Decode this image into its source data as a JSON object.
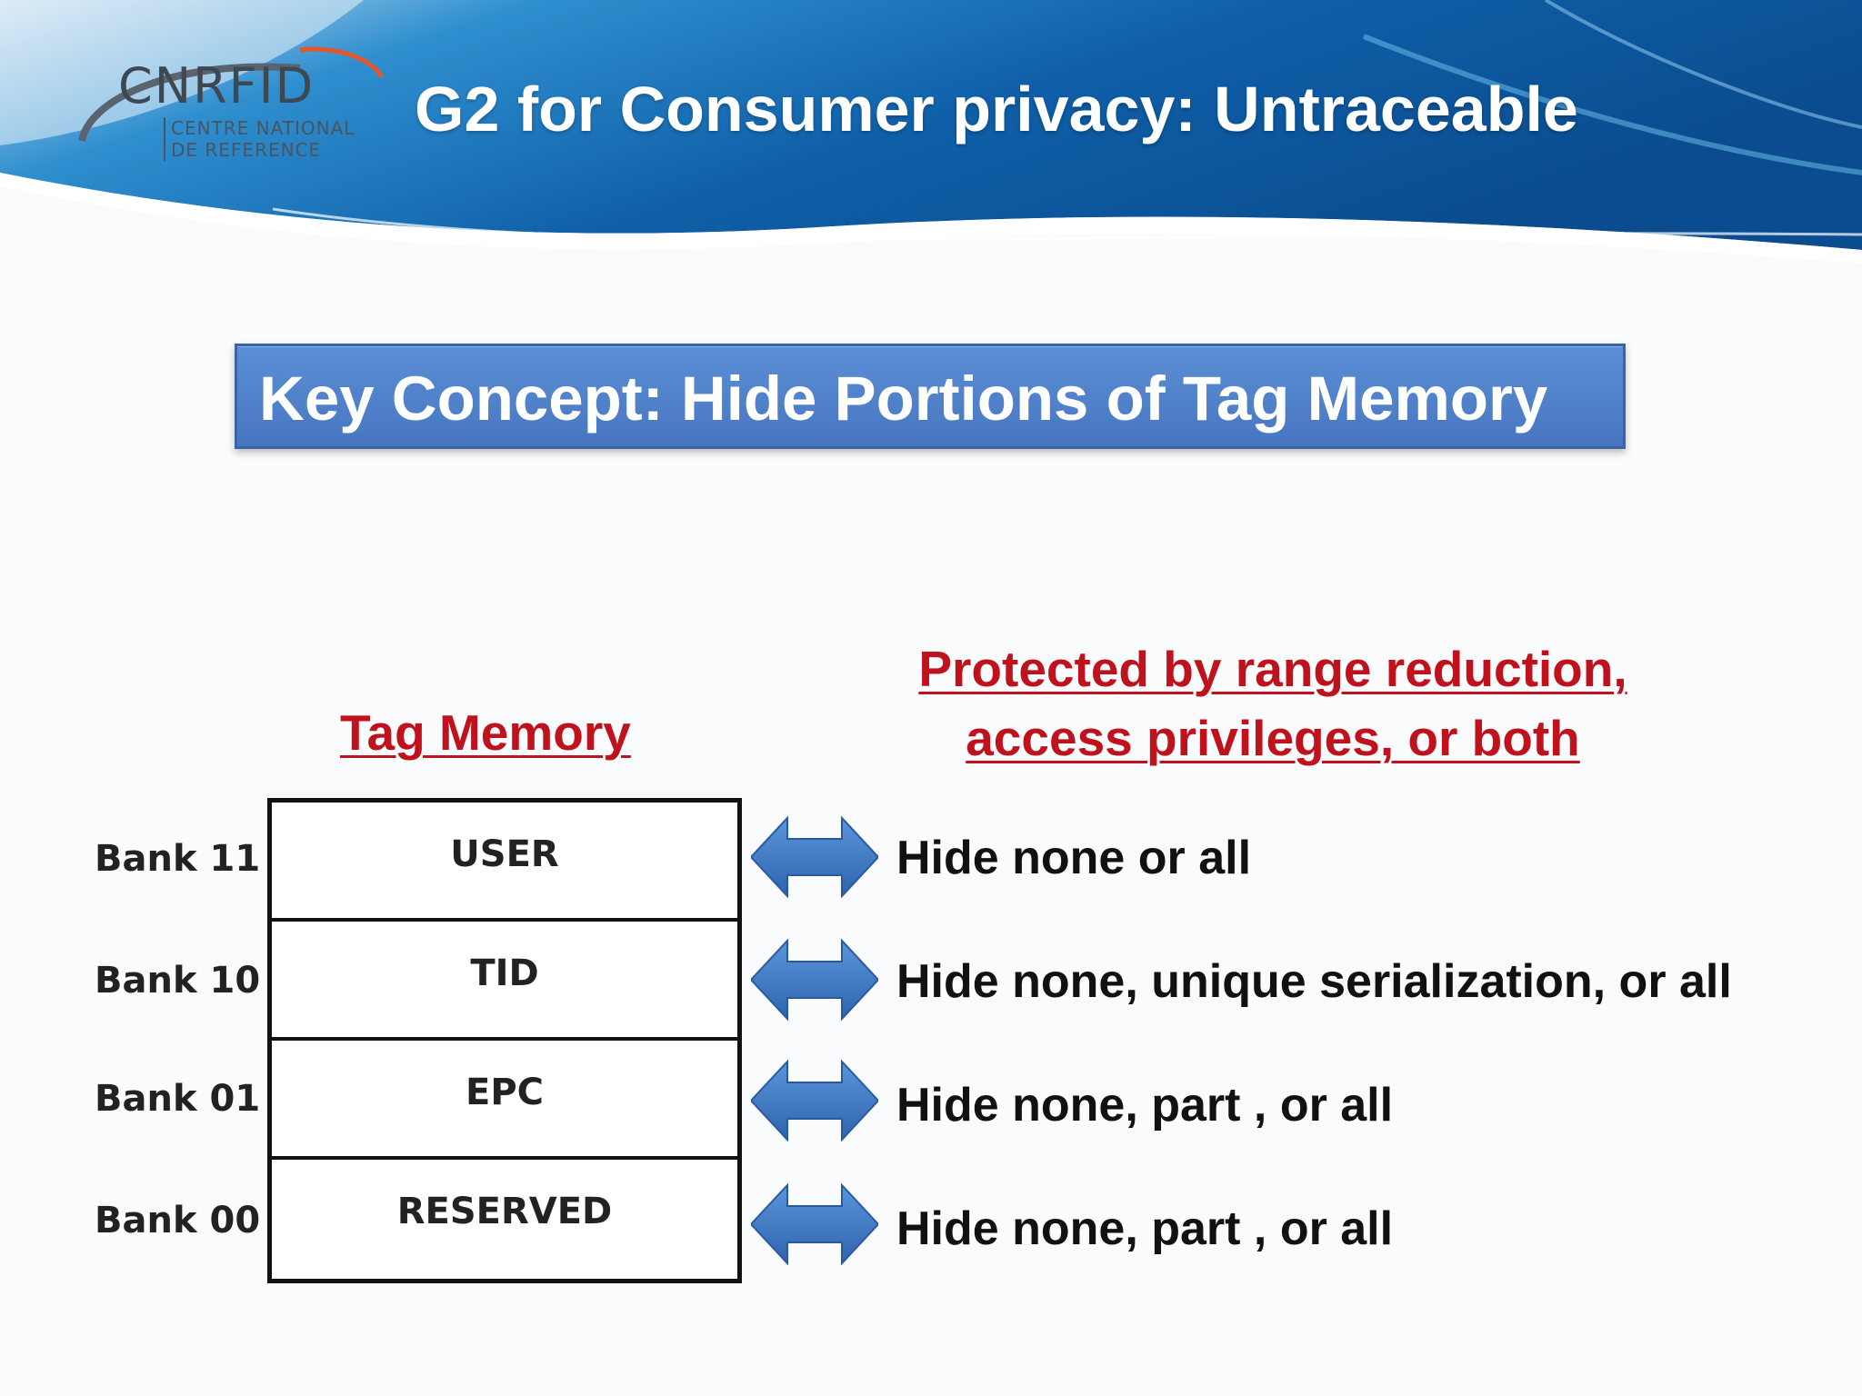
{
  "header": {
    "logo": {
      "name": "CNRFID",
      "line1": "CENTRE NATIONAL",
      "line2": "DE REFERENCE"
    },
    "title": "G2 for Consumer privacy: Untraceable"
  },
  "key_concept": "Key Concept: Hide Portions of Tag Memory",
  "tag_memory_heading": "Tag Memory",
  "protected_heading": {
    "line1": "Protected by range reduction,",
    "line2": "access privileges, or both"
  },
  "rows": [
    {
      "bank": "Bank 11",
      "segment": "USER",
      "description": "Hide none or all"
    },
    {
      "bank": "Bank 10",
      "segment": "TID",
      "description": "Hide none, unique serialization, or all"
    },
    {
      "bank": "Bank 01",
      "segment": "EPC",
      "description": "Hide none, part , or all"
    },
    {
      "bank": "Bank 00",
      "segment": "RESERVED",
      "description": "Hide none, part , or all"
    }
  ],
  "colors": {
    "header_blue": "#1a6fb5",
    "key_concept_blue": "#4f82cb",
    "heading_red": "#c0121c",
    "arrow_blue": "#3d78c6"
  }
}
